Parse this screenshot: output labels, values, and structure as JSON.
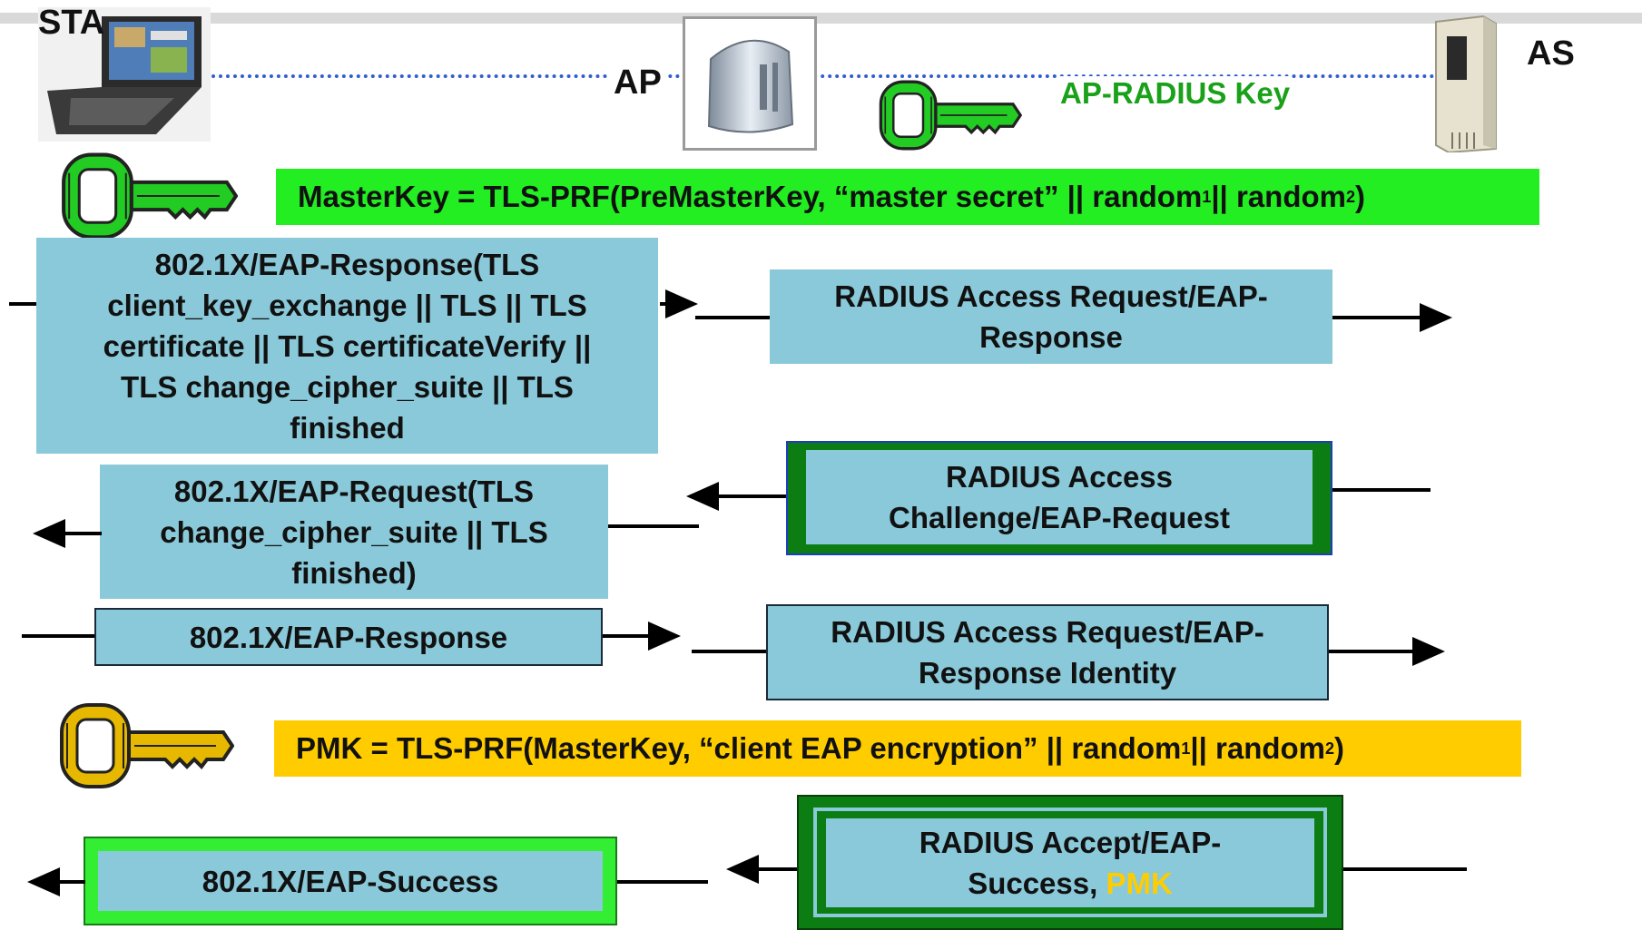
{
  "entities": {
    "sta_label": "STA",
    "ap_label": "AP",
    "as_label": "AS",
    "ap_radius_key_label": "AP-RADIUS Key"
  },
  "formulas": {
    "master_key_prefix": "MasterKey = TLS-PRF(PreMasterKey, “master secret” || random",
    "master_key_sub1": "1",
    "master_key_mid": " || random",
    "master_key_sub2": "2",
    "master_key_suffix": ")",
    "pmk_prefix": "PMK = TLS-PRF(MasterKey, “client EAP encryption” || random",
    "pmk_sub1": "1",
    "pmk_mid": " || random",
    "pmk_sub2": "2",
    "pmk_suffix": ")"
  },
  "messages": {
    "eap_response_tls": "802.1X/EAP-Response(TLS\nclient_key_exchange || TLS  || TLS\ncertificate || TLS certificateVerify ||\nTLS change_cipher_suite || TLS\nfinished",
    "radius_access_request_1": "RADIUS Access Request/EAP-\nResponse",
    "radius_access_challenge": "RADIUS Access\nChallenge/EAP-Request",
    "eap_request_tls": "802.1X/EAP-Request(TLS\nchange_cipher_suite || TLS\nfinished)",
    "eap_response": "802.1X/EAP-Response",
    "radius_access_request_2": "RADIUS Access Request/EAP-\nResponse  Identity",
    "radius_accept_prefix": "RADIUS Accept/EAP-\nSuccess, ",
    "radius_accept_pmk": "PMK",
    "eap_success": "802.1X/EAP-Success"
  },
  "colors": {
    "message_fill": "#89c9d9",
    "master_key_band": "#22ee22",
    "pmk_band": "#ffcc00",
    "green_key": "#22cc22",
    "gold_key": "#e6b800",
    "green_frame": "#0b7d12",
    "bright_green_frame": "#33ee33",
    "dotted_link": "#2f5fcf",
    "ap_radius_key_text": "#19a119"
  },
  "icons": {
    "sta": "laptop-icon",
    "ap": "access-point-icon",
    "as": "server-tower-icon",
    "keys": [
      "green-key-icon",
      "gold-key-icon"
    ]
  }
}
